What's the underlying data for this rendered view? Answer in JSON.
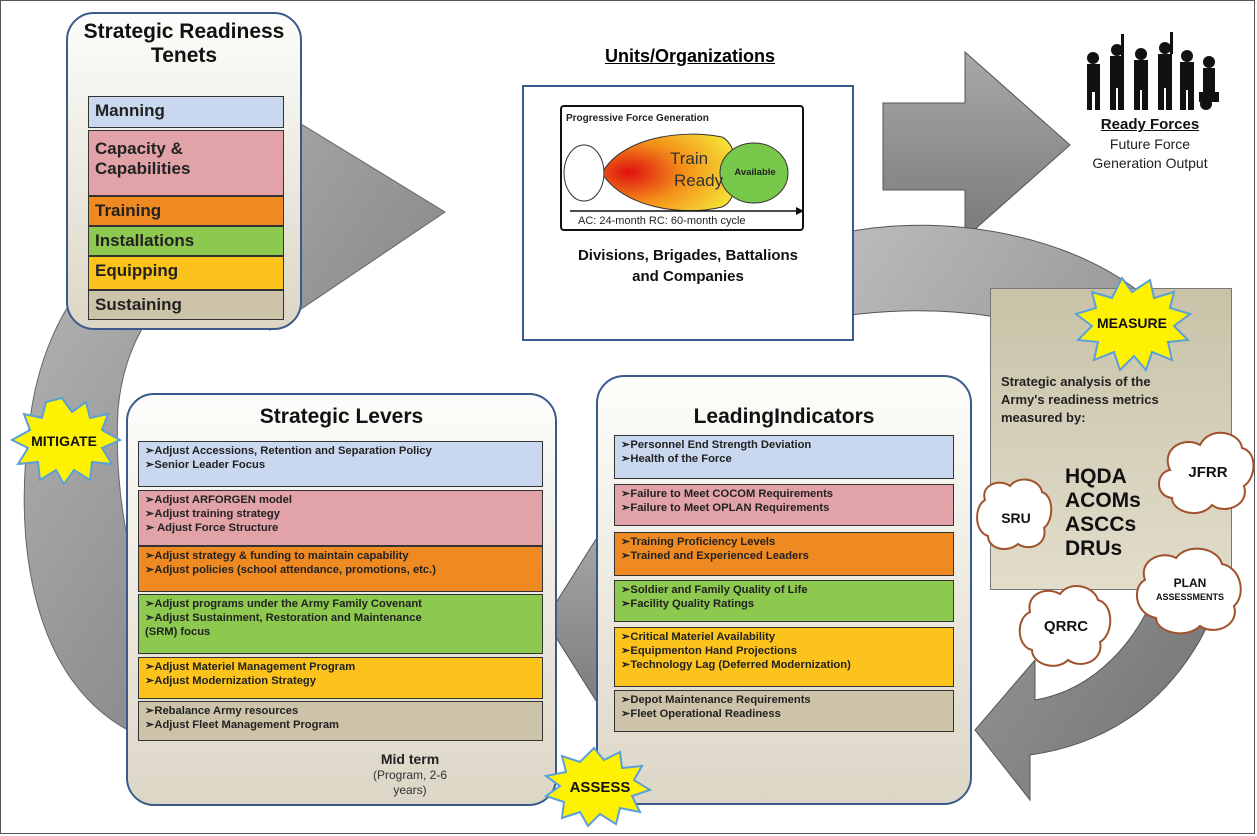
{
  "tenets": {
    "title_line1": "Strategic Readiness",
    "title_line2": "Tenets",
    "items": [
      "Manning",
      "Capacity & Capabilities",
      "Training",
      "Installations",
      "Equipping",
      "Sustaining"
    ]
  },
  "units": {
    "title": "Units/Organizations",
    "pfg_label": "Progressive Force Generation",
    "train": "Train",
    "ready": "Ready",
    "available": "Available",
    "cycle": "AC: 24-month RC: 60-month cycle",
    "caption_line1": "Divisions, Brigades, Battalions",
    "caption_line2": "and Companies"
  },
  "ready_forces": {
    "title": "Ready Forces",
    "line1": "Future Force",
    "line2": "Generation Output"
  },
  "measure": {
    "burst": "MEASURE",
    "text": [
      "Strategic analysis of the",
      "Army's readiness metrics",
      "measured  by:"
    ],
    "orgs": [
      "HQDA",
      "ACOMs",
      "ASCCs",
      "DRUs"
    ],
    "clouds": {
      "jfrr": "JFRR",
      "sru": "SRU",
      "qrrc": "QRRC",
      "plan": "PLAN",
      "assessments": "ASSESSMENTS"
    }
  },
  "levers": {
    "title": "Strategic Levers",
    "burst": "MITIGATE",
    "groups": [
      [
        "➢Adjust Accessions, Retention and Separation Policy",
        "➢Senior Leader Focus"
      ],
      [
        "➢Adjust ARFORGEN  model",
        "➢Adjust training strategy",
        "➢ Adjust Force Structure"
      ],
      [
        "➢Adjust strategy & funding to maintain capability",
        "➢Adjust policies (school attendance, promotions, etc.)"
      ],
      [
        "➢Adjust programs under the Army Family Covenant",
        "➢Adjust  Sustainment, Restoration and  Maintenance",
        "(SRM) focus"
      ],
      [
        "➢Adjust Materiel Management Program",
        "➢Adjust Modernization Strategy"
      ],
      [
        "➢Rebalance Army resources",
        "➢Adjust Fleet Management Program"
      ]
    ],
    "midterm": "Mid term",
    "midterm_sub1": "(Program, 2-6",
    "midterm_sub2": "years)"
  },
  "indicators": {
    "title": "LeadingIndicators",
    "burst": "ASSESS",
    "groups": [
      [
        "➢Personnel End Strength Deviation",
        "➢Health of the Force"
      ],
      [
        "➢Failure to Meet COCOM Requirements",
        "➢Failure to Meet OPLAN Requirements"
      ],
      [
        "➢Training Proficiency Levels",
        "➢Trained and Experienced Leaders"
      ],
      [
        "➢Soldier and Family Quality of Life",
        "➢Facility Quality Ratings"
      ],
      [
        "➢Critical Materiel Availability",
        "➢Equipmenton Hand Projections",
        "➢Technology Lag  (Deferred Modernization)"
      ],
      [
        "➢Depot Maintenance Requirements",
        "➢Fleet Operational Readiness"
      ]
    ]
  },
  "colors": {
    "arrow": "#8e8e8e",
    "blue": "#c9d8ee",
    "pink": "#e1a2a8",
    "orange": "#ef8a22",
    "green": "#8dc84f",
    "yellow": "#fbc31c",
    "tan": "#cdc3a9",
    "burst": "#fff200"
  }
}
